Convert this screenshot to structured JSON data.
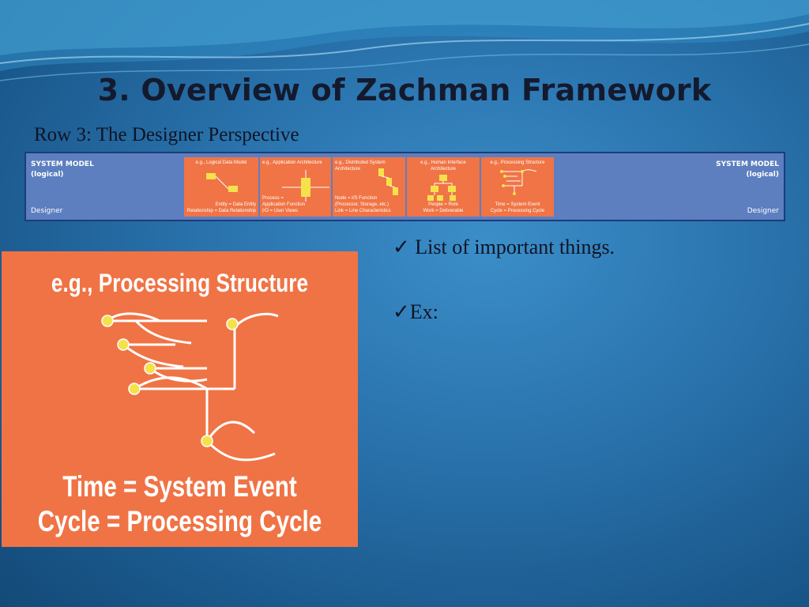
{
  "slide": {
    "title": "3. Overview of Zachman Framework",
    "subtitle": "Row 3: The Designer Perspective"
  },
  "strip": {
    "left_heading": "SYSTEM MODEL",
    "left_sub": "(logical)",
    "left_footer": "Designer",
    "right_heading": "SYSTEM MODEL",
    "right_sub": "(logical)",
    "right_footer": "Designer",
    "cells": [
      {
        "title": "e.g., Logical Data Model",
        "bottom1": "Entity = Data Entity",
        "bottom2": "Relationship = Data Relationship"
      },
      {
        "title": "e.g., Application Architecture",
        "bottom1": "Process =",
        "bottom2": "Application Function",
        "bottom3": "I/O = User Views"
      },
      {
        "title": "e.g., Distributed System",
        "title2": "Architecture",
        "bottom1": "Node = I/S Function",
        "bottom2": "(Processor, Storage, etc.)",
        "bottom3": "Link = Line Characteristics"
      },
      {
        "title": "e.g., Human Interface",
        "title2": "Architecture",
        "bottom1": "People = Role",
        "bottom2": "Work = Deliverable"
      },
      {
        "title": "e.g., Processing Structure",
        "bottom1": "Time = System Event",
        "bottom2": "Cycle = Processing Cycle"
      }
    ]
  },
  "panel": {
    "title": "e.g., Processing Structure",
    "line1": "Time = System Event",
    "line2": "Cycle = Processing Cycle"
  },
  "bullets": [
    {
      "check": "✓",
      "text": " List of important things."
    },
    {
      "check": "✓",
      "text": "Ex:"
    }
  ],
  "colors": {
    "accent": "#f07345",
    "strip": "#5d7fc0",
    "node": "#f5e24a"
  }
}
